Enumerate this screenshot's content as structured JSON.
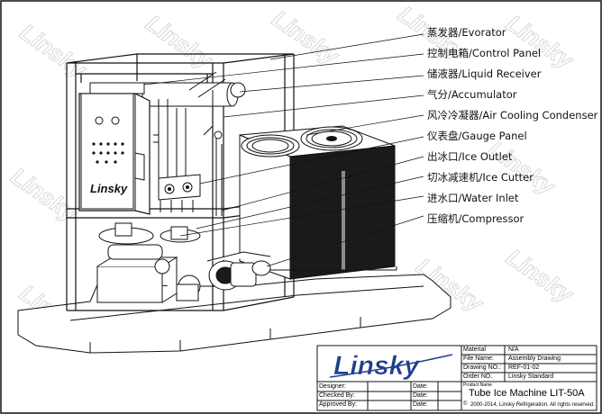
{
  "watermark": {
    "text": "Linsky"
  },
  "callouts": [
    {
      "label": "蒸发器/Evorator"
    },
    {
      "label": "控制电箱/Control Panel"
    },
    {
      "label": "储液器/Liquid Receiver"
    },
    {
      "label": "气分/Accumulator"
    },
    {
      "label": "风冷冷凝器/Air Cooling Condenser"
    },
    {
      "label": "仪表盘/Gauge Panel"
    },
    {
      "label": "出冰口/Ice Outlet"
    },
    {
      "label": "切冰减速机/Ice Cutter"
    },
    {
      "label": "进水口/Water Inlet"
    },
    {
      "label": "压缩机/Compressor"
    }
  ],
  "panel_brand": "Linsky",
  "title_block": {
    "logo_text": "Linsky",
    "fields": [
      {
        "label": "Material",
        "value": "N/A"
      },
      {
        "label": "File Name:",
        "value": "Assembly Drawing"
      },
      {
        "label": "Drawing NO.:",
        "value": "REF-01-02"
      },
      {
        "label": "Order NO.",
        "value": "Linsky Standard"
      }
    ],
    "product_name_label": "Product Name",
    "product_name": "Tube Ice Machine LIT-50A",
    "copyright": "2000-2014, Linsky Refrigeration. All rights reserved.",
    "signoffs": [
      {
        "role": "Designer:",
        "date_label": "Date:"
      },
      {
        "role": "Checked By:",
        "date_label": "Date:"
      },
      {
        "role": "Approved By:",
        "date_label": "Date:"
      }
    ]
  },
  "colors": {
    "line": "#111111",
    "dark_fill": "#1a1a1a",
    "logo_blue": "#1f3f8f",
    "watermark": "#d9d9d9"
  }
}
